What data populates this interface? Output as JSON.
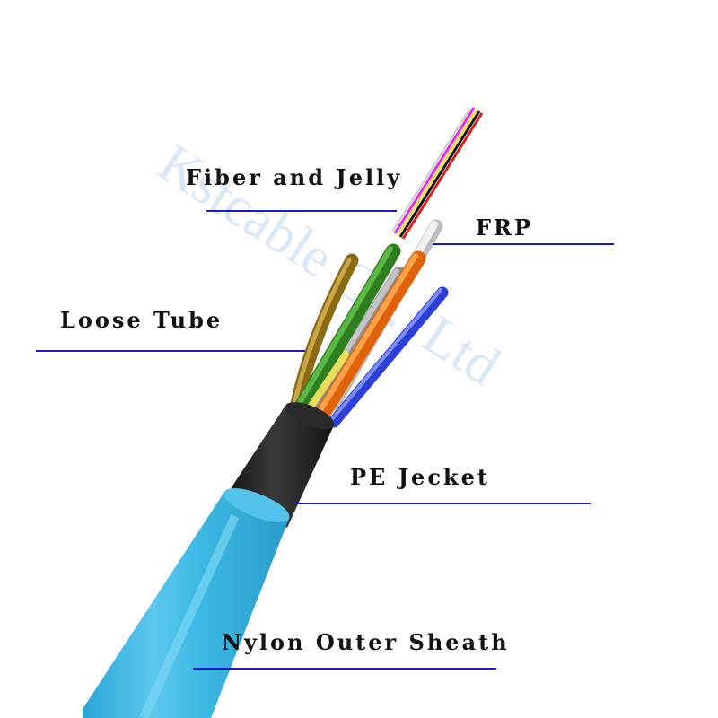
{
  "watermark": "Kstcable Co., Ltd",
  "labels": {
    "fiber_jelly": "Fiber and Jelly",
    "frp": "FRP",
    "loose_tube": "Loose Tube",
    "pe_jacket": "PE Jecket",
    "nylon_sheath": "Nylon Outer Sheath"
  },
  "colors": {
    "leader_line": "#1a1ad6",
    "nylon_sheath": "#39b6e0",
    "pe_jacket": "#1f1f1f",
    "loose_tube_tan": "#9c7a1c",
    "loose_tube_green": "#3f9a2c",
    "loose_tube_orange": "#ff7a12",
    "loose_tube_blue": "#3c52e8",
    "frp": "#d9d9d9"
  }
}
